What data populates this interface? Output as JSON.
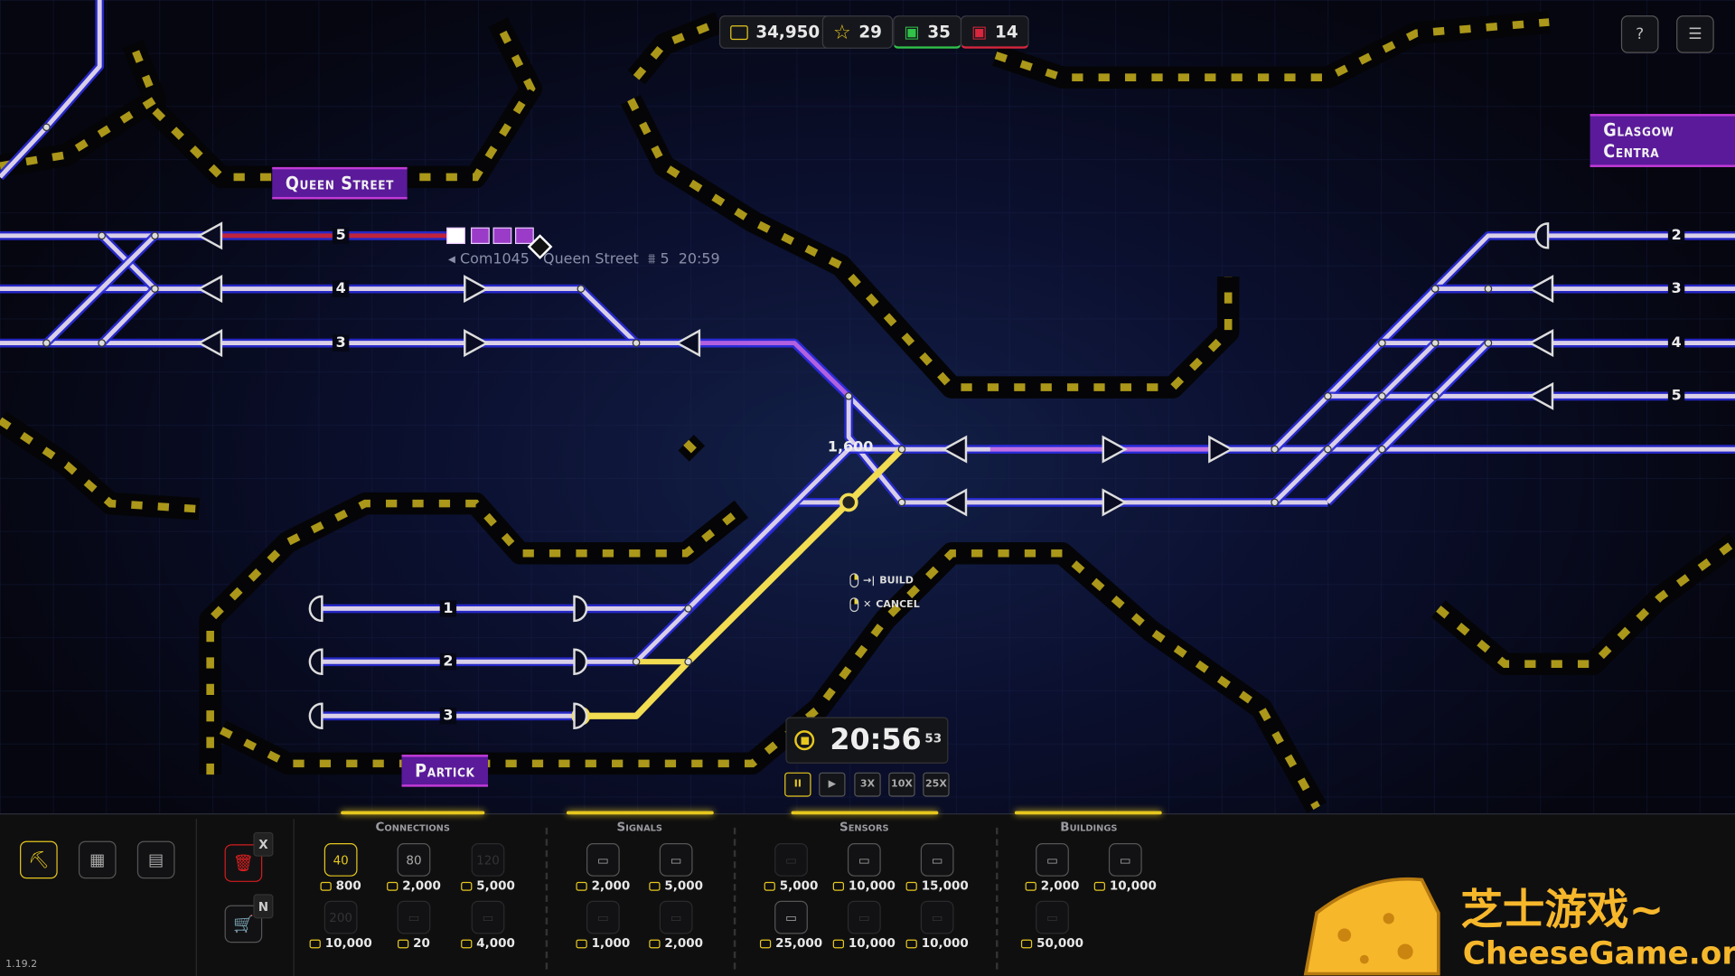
{
  "hud": {
    "money": "34,950",
    "stars": "29",
    "trains_green": "35",
    "trains_red": "14",
    "icons": [
      "wallet-icon",
      "star-icon",
      "train-icon",
      "train-icon"
    ],
    "help_icon": "question-icon",
    "menu_icon": "list-icon"
  },
  "stations": {
    "queen_street": "Queen Street",
    "glasgow_central": "Glasgow Centra",
    "partick": "Partick"
  },
  "platforms": {
    "left": [
      "5",
      "4",
      "3"
    ],
    "right": [
      "2",
      "3",
      "4",
      "5"
    ],
    "partick": [
      "1",
      "2",
      "3"
    ]
  },
  "train": {
    "id": "Com1045",
    "destination": "Queen Street",
    "platform": "5",
    "time": "20:59"
  },
  "track_length": "1,600",
  "hints": {
    "build": "BUILD",
    "cancel": "CANCEL"
  },
  "clock": {
    "time": "20:56",
    "seconds": "53",
    "speeds": [
      "II",
      "▶",
      "3X",
      "10X",
      "25X"
    ],
    "active_speed": 0
  },
  "colors": {
    "accent": "#e6c71e",
    "track": "#c9b6e8",
    "station": "#5a1a9a",
    "danger": "#d21c1c",
    "green": "#31c24a"
  },
  "toolbar": {
    "modes": [
      {
        "icon": "construction-worker-icon",
        "active": true
      },
      {
        "icon": "chip-icon",
        "active": false
      },
      {
        "icon": "book-icon",
        "active": false
      }
    ],
    "delete": {
      "icon": "trash-icon",
      "key": "X"
    },
    "shop": {
      "icon": "cart-icon",
      "key": "N"
    },
    "sections": [
      {
        "title": "Connections",
        "items": [
          {
            "icon": "track-40-icon",
            "label": "40",
            "price": "800",
            "state": "active"
          },
          {
            "icon": "track-80-icon",
            "label": "80",
            "price": "2,000",
            "state": "normal"
          },
          {
            "icon": "track-120-icon",
            "label": "120",
            "price": "5,000",
            "state": "dim"
          },
          {
            "icon": "track-200-icon",
            "label": "200",
            "price": "10,000",
            "state": "dim"
          },
          {
            "icon": "bumper-icon",
            "label": "",
            "price": "20",
            "state": "dim"
          },
          {
            "icon": "turnout-icon",
            "label": "",
            "price": "4,000",
            "state": "dim"
          }
        ]
      },
      {
        "title": "Signals",
        "items": [
          {
            "icon": "block-signal-icon",
            "price": "2,000",
            "state": "normal"
          },
          {
            "icon": "path-signal-icon",
            "price": "5,000",
            "state": "normal"
          },
          {
            "icon": "chain-signal-icon",
            "price": "1,000",
            "state": "dim"
          },
          {
            "icon": "link-signal-icon",
            "price": "2,000",
            "state": "dim"
          }
        ]
      },
      {
        "title": "Sensors",
        "items": [
          {
            "icon": "sensor-line-icon",
            "price": "5,000",
            "state": "dim"
          },
          {
            "icon": "platform-sensor-icon",
            "price": "10,000",
            "state": "normal"
          },
          {
            "icon": "dots-sensor-icon",
            "price": "15,000",
            "state": "normal"
          },
          {
            "icon": "double-line-sensor-icon",
            "price": "25,000",
            "state": "normal"
          },
          {
            "icon": "dash-sensor-icon",
            "price": "10,000",
            "state": "dim"
          },
          {
            "icon": "dots-sensor-icon",
            "price": "10,000",
            "state": "dim"
          }
        ]
      },
      {
        "title": "Buildings",
        "items": [
          {
            "icon": "depot-icon",
            "price": "2,000",
            "state": "normal"
          },
          {
            "icon": "bridge-icon",
            "price": "10,000",
            "state": "normal"
          },
          {
            "icon": "warehouse-icon",
            "price": "50,000",
            "state": "dim"
          }
        ]
      }
    ]
  },
  "version": "1.19.2",
  "watermark": {
    "cn": "芝士游戏~",
    "en": "CheeseGame.org"
  }
}
